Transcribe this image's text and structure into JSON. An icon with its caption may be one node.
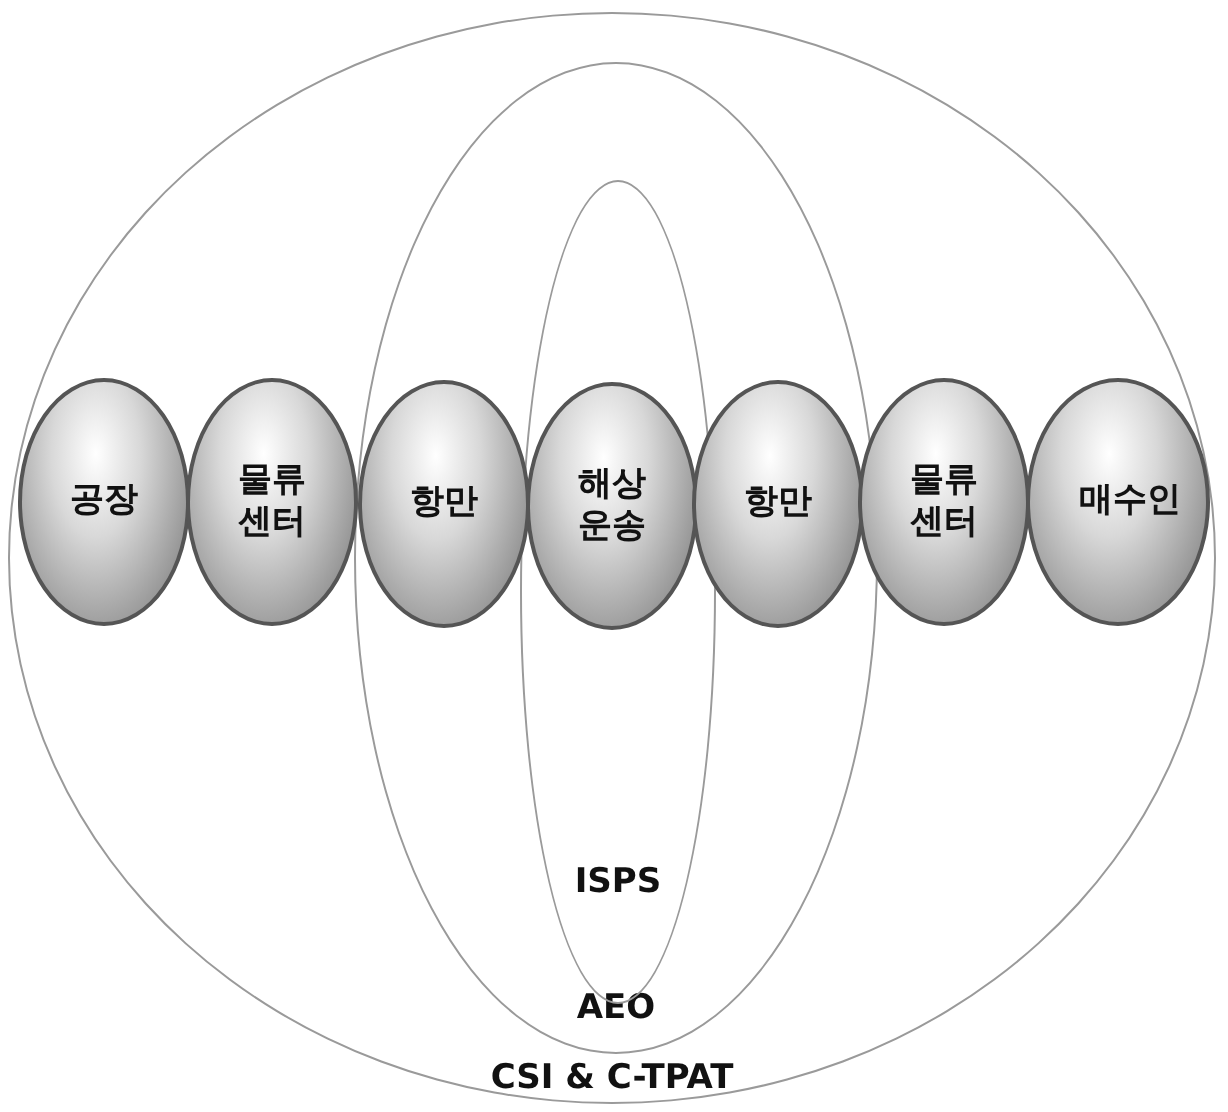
{
  "diagram": {
    "nodes": [
      {
        "text": [
          "CSI & C-TPAT"
        ]
      },
      {
        "text": [
          "AEO"
        ],
        "in": 0
      },
      {
        "text": [
          "ISPS"
        ],
        "in": 1
      },
      {
        "text": [
          "공장"
        ],
        "in": 0
      },
      {
        "text": [
          "물류 센터"
        ],
        "in": 0
      },
      {
        "text": [
          "항만"
        ],
        "in": 1
      },
      {
        "text": [
          "해상 운송"
        ],
        "in": 2
      },
      {
        "text": [
          "항만"
        ],
        "in": 1
      },
      {
        "text": [
          "물류 센터"
        ],
        "in": 0
      },
      {
        "text": [
          "매수인"
        ],
        "in": 0
      }
    ]
  }
}
